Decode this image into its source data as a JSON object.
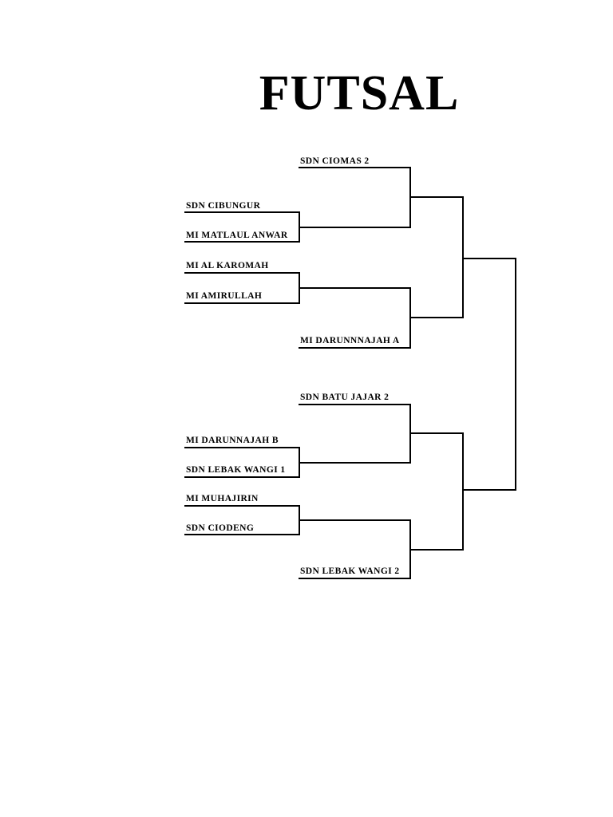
{
  "title": "FUTSAL",
  "bracket": {
    "teams": {
      "t1": "SDN CIOMAS 2",
      "t2": "SDN CIBUNGUR",
      "t3": "MI MATLAUL ANWAR",
      "t4": "MI AL KAROMAH",
      "t5": "MI AMIRULLAH",
      "t6": "MI DARUNNNAJAH A",
      "t7": "SDN BATU JAJAR 2",
      "t8": "MI DARUNNAJAH B",
      "t9": "SDN LEBAK WANGI 1",
      "t10": "MI MUHAJIRIN",
      "t11": "SDN CIODENG",
      "t12": "SDN LEBAK WANGI 2"
    }
  },
  "colors": {
    "line": "#000000",
    "text": "#000000",
    "background": "#ffffff"
  }
}
